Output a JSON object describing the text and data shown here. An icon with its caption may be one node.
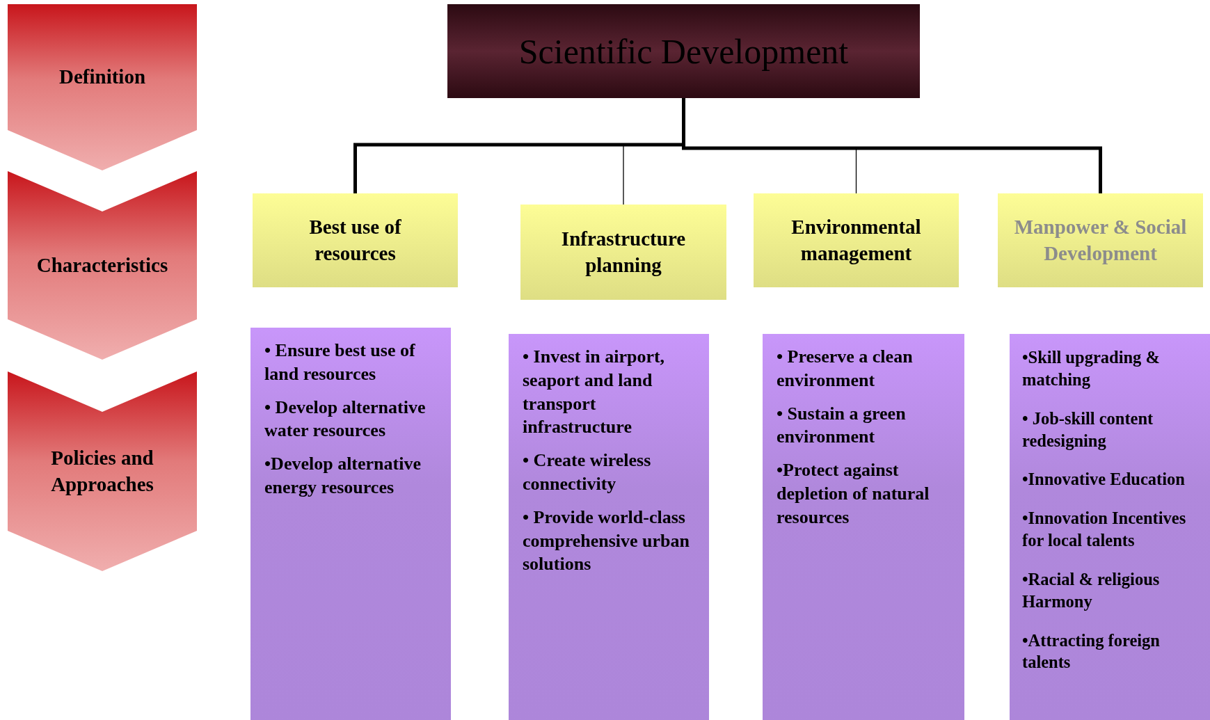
{
  "diagram": {
    "nodes": [
      {
        "text": [
          "Definition"
        ]
      },
      {
        "text": [
          "Characteristics"
        ]
      },
      {
        "text": [
          "Policies and Approaches"
        ]
      },
      {
        "text": [
          "Scientific Development"
        ]
      },
      {
        "text": [
          "Best use of resources"
        ]
      },
      {
        "text": [
          "Infrastructure planning"
        ]
      },
      {
        "text": [
          "Environmental management"
        ]
      },
      {
        "text": [
          "Manpower  & Social Development"
        ]
      },
      {
        "text": [
          "• Ensure best use of land resources",
          "• Develop alternative water resources",
          "•Develop alternative energy resources"
        ]
      },
      {
        "text": [
          "• Invest in airport, seaport and land transport infrastructure",
          "• Create wireless connectivity",
          "• Provide world-class comprehensive urban solutions"
        ]
      },
      {
        "text": [
          "• Preserve a clean environment",
          "• Sustain a green environment",
          "•Protect against depletion of natural resources"
        ]
      },
      {
        "text": [
          "•Skill upgrading & matching",
          "• Job-skill content redesigning",
          "•Innovative Education",
          "•Innovation Incentives for local talents",
          "•Racial & religious Harmony",
          "•Attracting  foreign talents"
        ]
      }
    ],
    "edges": [
      {
        "from": 3,
        "to": 4,
        "arrow": "none",
        "style": "thick"
      },
      {
        "from": 3,
        "to": 5,
        "arrow": "none"
      },
      {
        "from": 3,
        "to": 6,
        "arrow": "none"
      },
      {
        "from": 3,
        "to": 7,
        "arrow": "none",
        "style": "thick"
      }
    ]
  }
}
